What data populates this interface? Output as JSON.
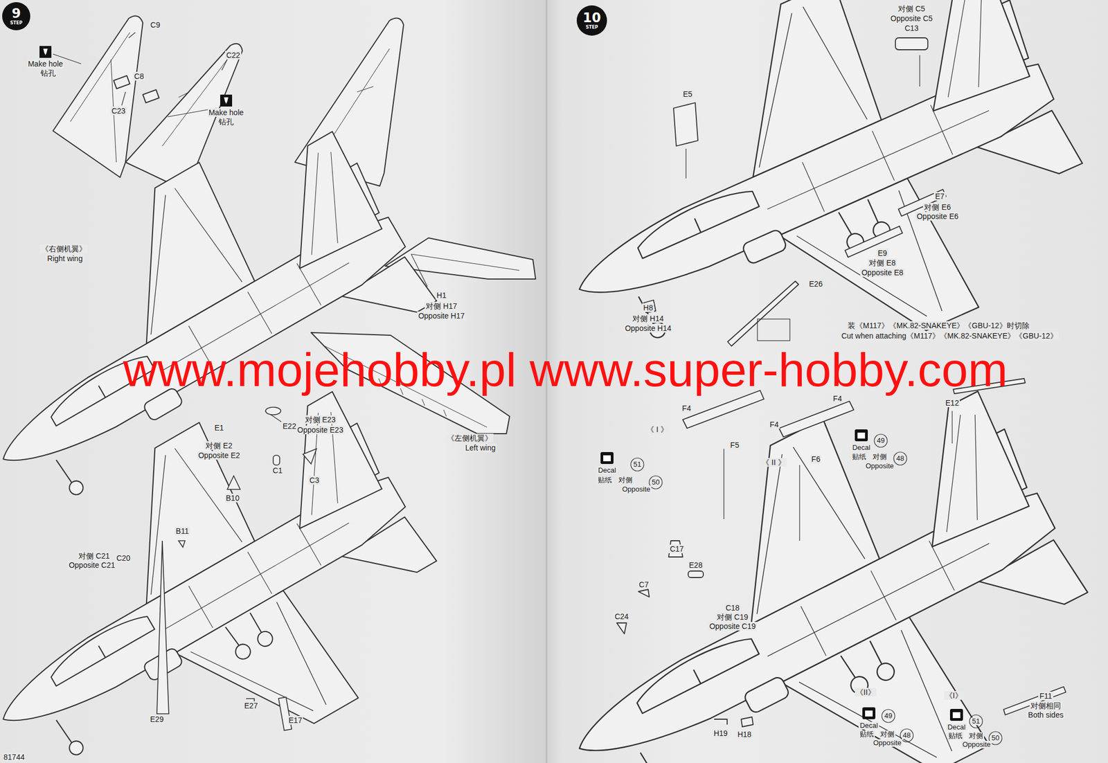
{
  "diagram": {
    "nodes": [
      {
        "text": [
          "9",
          "STEP"
        ]
      },
      {
        "text": [
          "10",
          "STEP"
        ]
      }
    ],
    "labels": [
      "C9",
      "Make hole",
      "钻孔",
      "C22",
      "C8",
      "C23",
      "Make hole",
      "钻孔",
      "《右侧机翼》",
      "Right wing",
      "H1",
      "对侧 H17",
      "Opposite H17",
      "E22",
      "对侧 E23",
      "Opposite E23",
      "E1",
      "对侧 E2",
      "Opposite E2",
      "《左侧机翼》",
      "Left wing",
      "C1",
      "C3",
      "B10",
      "B11",
      "对侧 C21",
      "Opposite C21",
      "C20",
      "E29",
      "E27",
      "E17",
      "81744",
      "www.mojehobby.pl www.super-hobby.com",
      "对侧 C5",
      "Opposite C5",
      "C13",
      "E5",
      "E7",
      "对侧 E6",
      "Opposite E6",
      "E9",
      "对侧 E8",
      "Opposite E8",
      "E26",
      "H8",
      "对侧 H14",
      "Opposite H14",
      "装《M117》《MK.82-SNAKEYE》《GBU-12》时切除",
      "Cut when attaching《M117》《MK.82-SNAKEYE》《GBU-12》",
      "F4",
      "F4",
      "F4",
      "《 I 》",
      "F5",
      "《 II 》",
      "F6",
      "Decal",
      "51",
      "贴纸",
      "对侧",
      "50",
      "Opposite",
      "Decal",
      "49",
      "贴纸",
      "对侧",
      "48",
      "Opposite",
      "E12",
      "C17",
      "E28",
      "C7",
      "C24",
      "C18",
      "对侧 C19",
      "Opposite C19",
      "H19",
      "H18",
      "《II》",
      "《I》",
      "Decal",
      "49",
      "贴纸",
      "对侧",
      "48",
      "Opposite",
      "Decal",
      "51",
      "贴纸",
      "对侧",
      "50",
      "Opposite",
      "F11",
      "对侧相同",
      "Both sides"
    ]
  }
}
